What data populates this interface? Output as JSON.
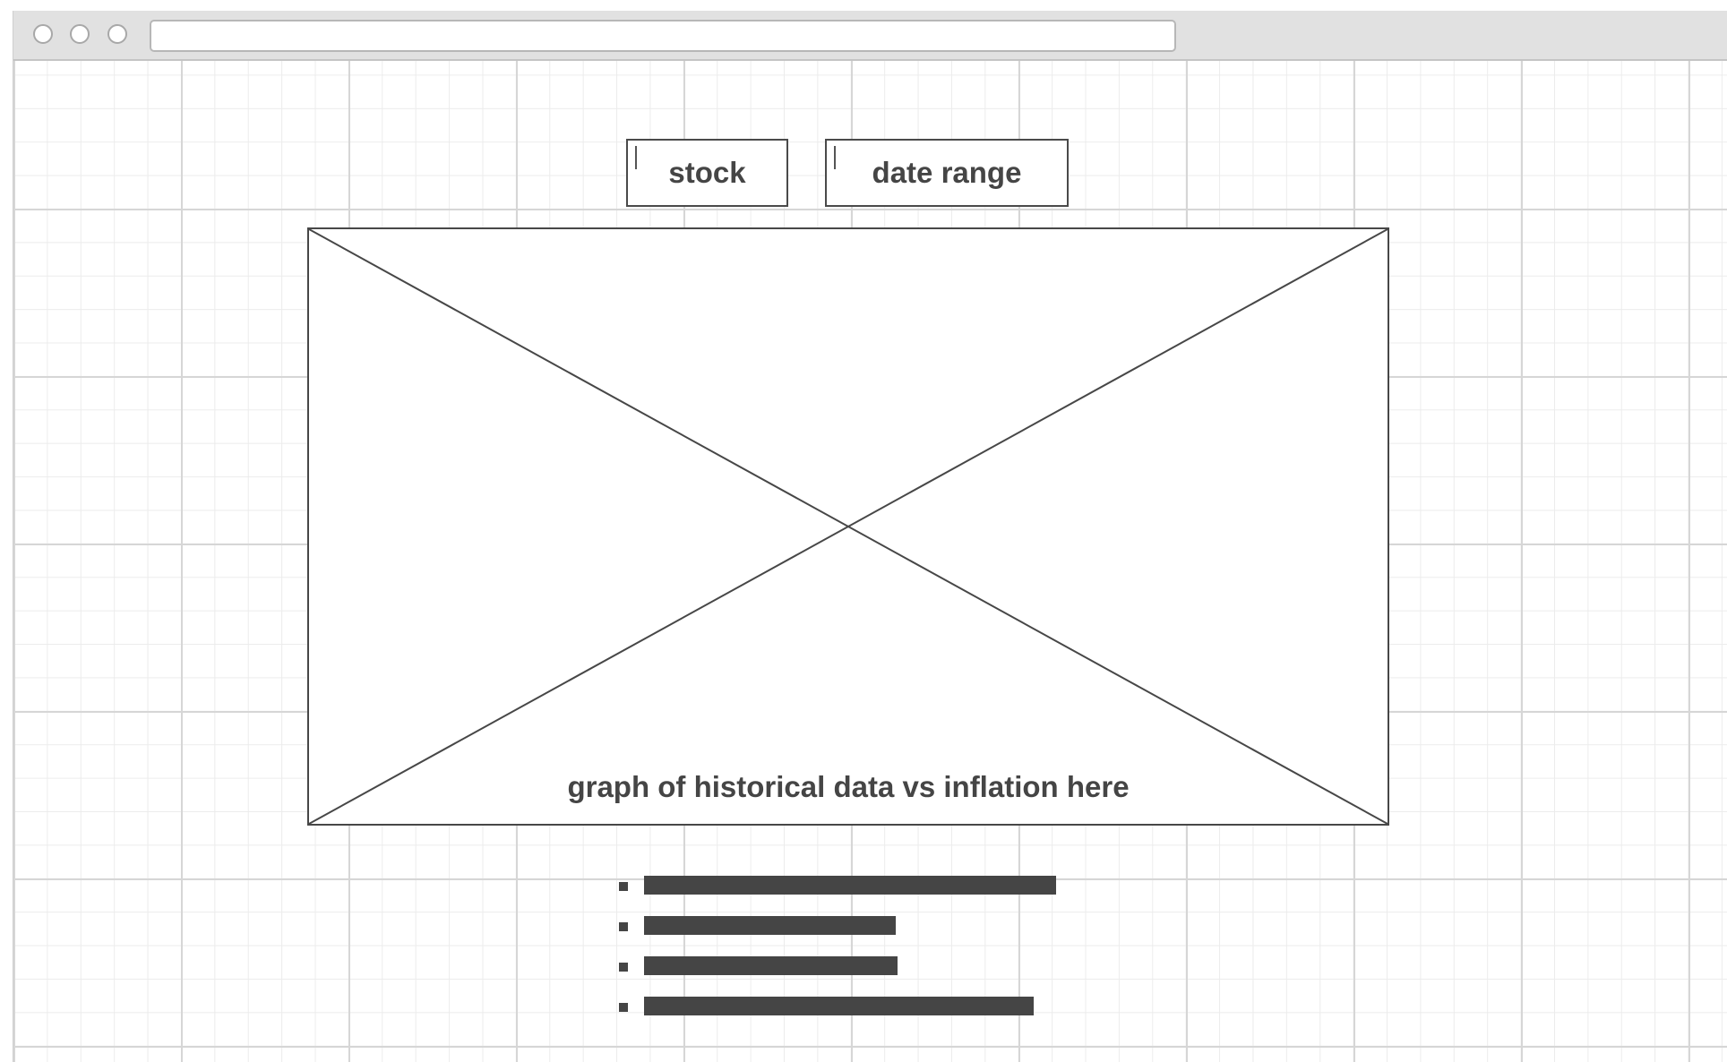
{
  "window": {
    "traffic_lights": [
      "close",
      "minimize",
      "maximize"
    ],
    "address_bar": {
      "value": ""
    }
  },
  "controls": {
    "stock_input": {
      "label": "stock"
    },
    "date_range_input": {
      "label": "date range"
    }
  },
  "graph": {
    "caption": "graph of historical data vs inflation here"
  },
  "text_placeholder_list": {
    "line_lengths": [
      1.0,
      0.61,
      0.615,
      0.945
    ]
  },
  "colors": {
    "ink": "#454545",
    "grid_major": "#d6d6d6",
    "grid_minor": "#ececec",
    "chrome": "#e1e1e1"
  }
}
